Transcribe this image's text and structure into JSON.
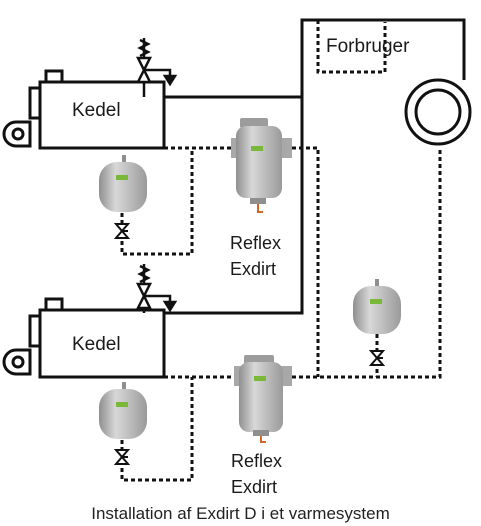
{
  "labels": {
    "consumer": "Forbruger",
    "boiler_top": "Kedel",
    "boiler_bottom": "Kedel",
    "separator_top_name": "Reflex",
    "separator_top_model": "Exdirt",
    "separator_bottom_name": "Reflex",
    "separator_bottom_model": "Exdirt",
    "caption": "Installation af Exdirt D i et varmesystem"
  },
  "icons": [
    "boiler",
    "burner-fan-icon",
    "safety-valve-icon",
    "expansion-vessel-icon",
    "dirt-separator-icon",
    "shutoff-valve-icon",
    "circulation-pump-icon"
  ],
  "colors": {
    "line": "#111111",
    "vessel": "#bdbdbd",
    "vessel_dark": "#8f8f8f",
    "badge": "#7ab83a"
  }
}
